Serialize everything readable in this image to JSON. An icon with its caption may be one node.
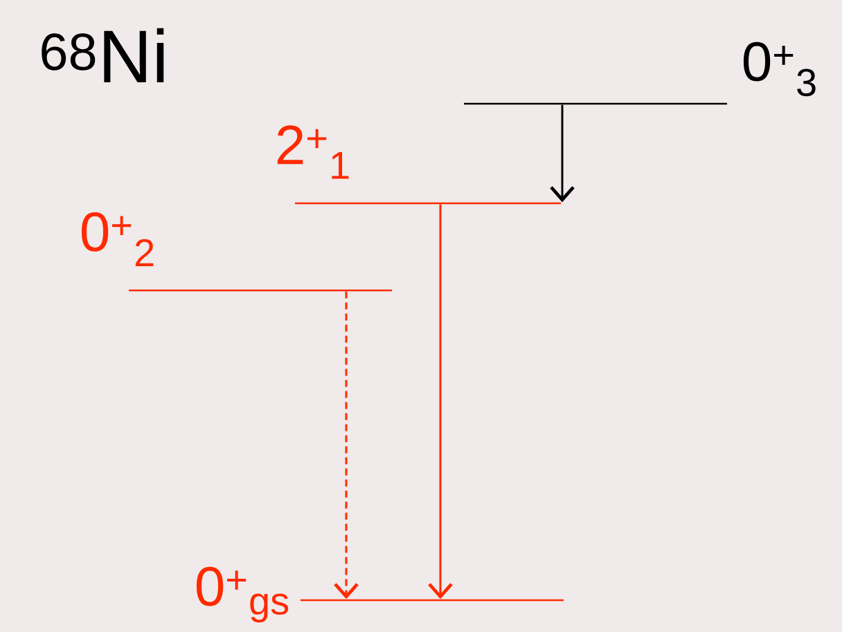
{
  "diagram": {
    "title": "$^{68}$Ni",
    "nodes": [
      {
        "text": [
          "0$^{+}$$_{3}$"
        ]
      },
      {
        "text": [
          "2$^{+}$$_{1}$"
        ]
      },
      {
        "text": [
          "0$^{+}$$_{2}$"
        ]
      },
      {
        "text": [
          "0$^{+}$$_{gs}$"
        ]
      }
    ],
    "edges": [
      {
        "from": 0,
        "to": 1,
        "arrow": "to",
        "color": "#000000"
      },
      {
        "from": 1,
        "to": 3,
        "arrow": "to"
      },
      {
        "from": 2,
        "to": 3,
        "arrow": "to",
        "style": "dashed"
      }
    ]
  }
}
